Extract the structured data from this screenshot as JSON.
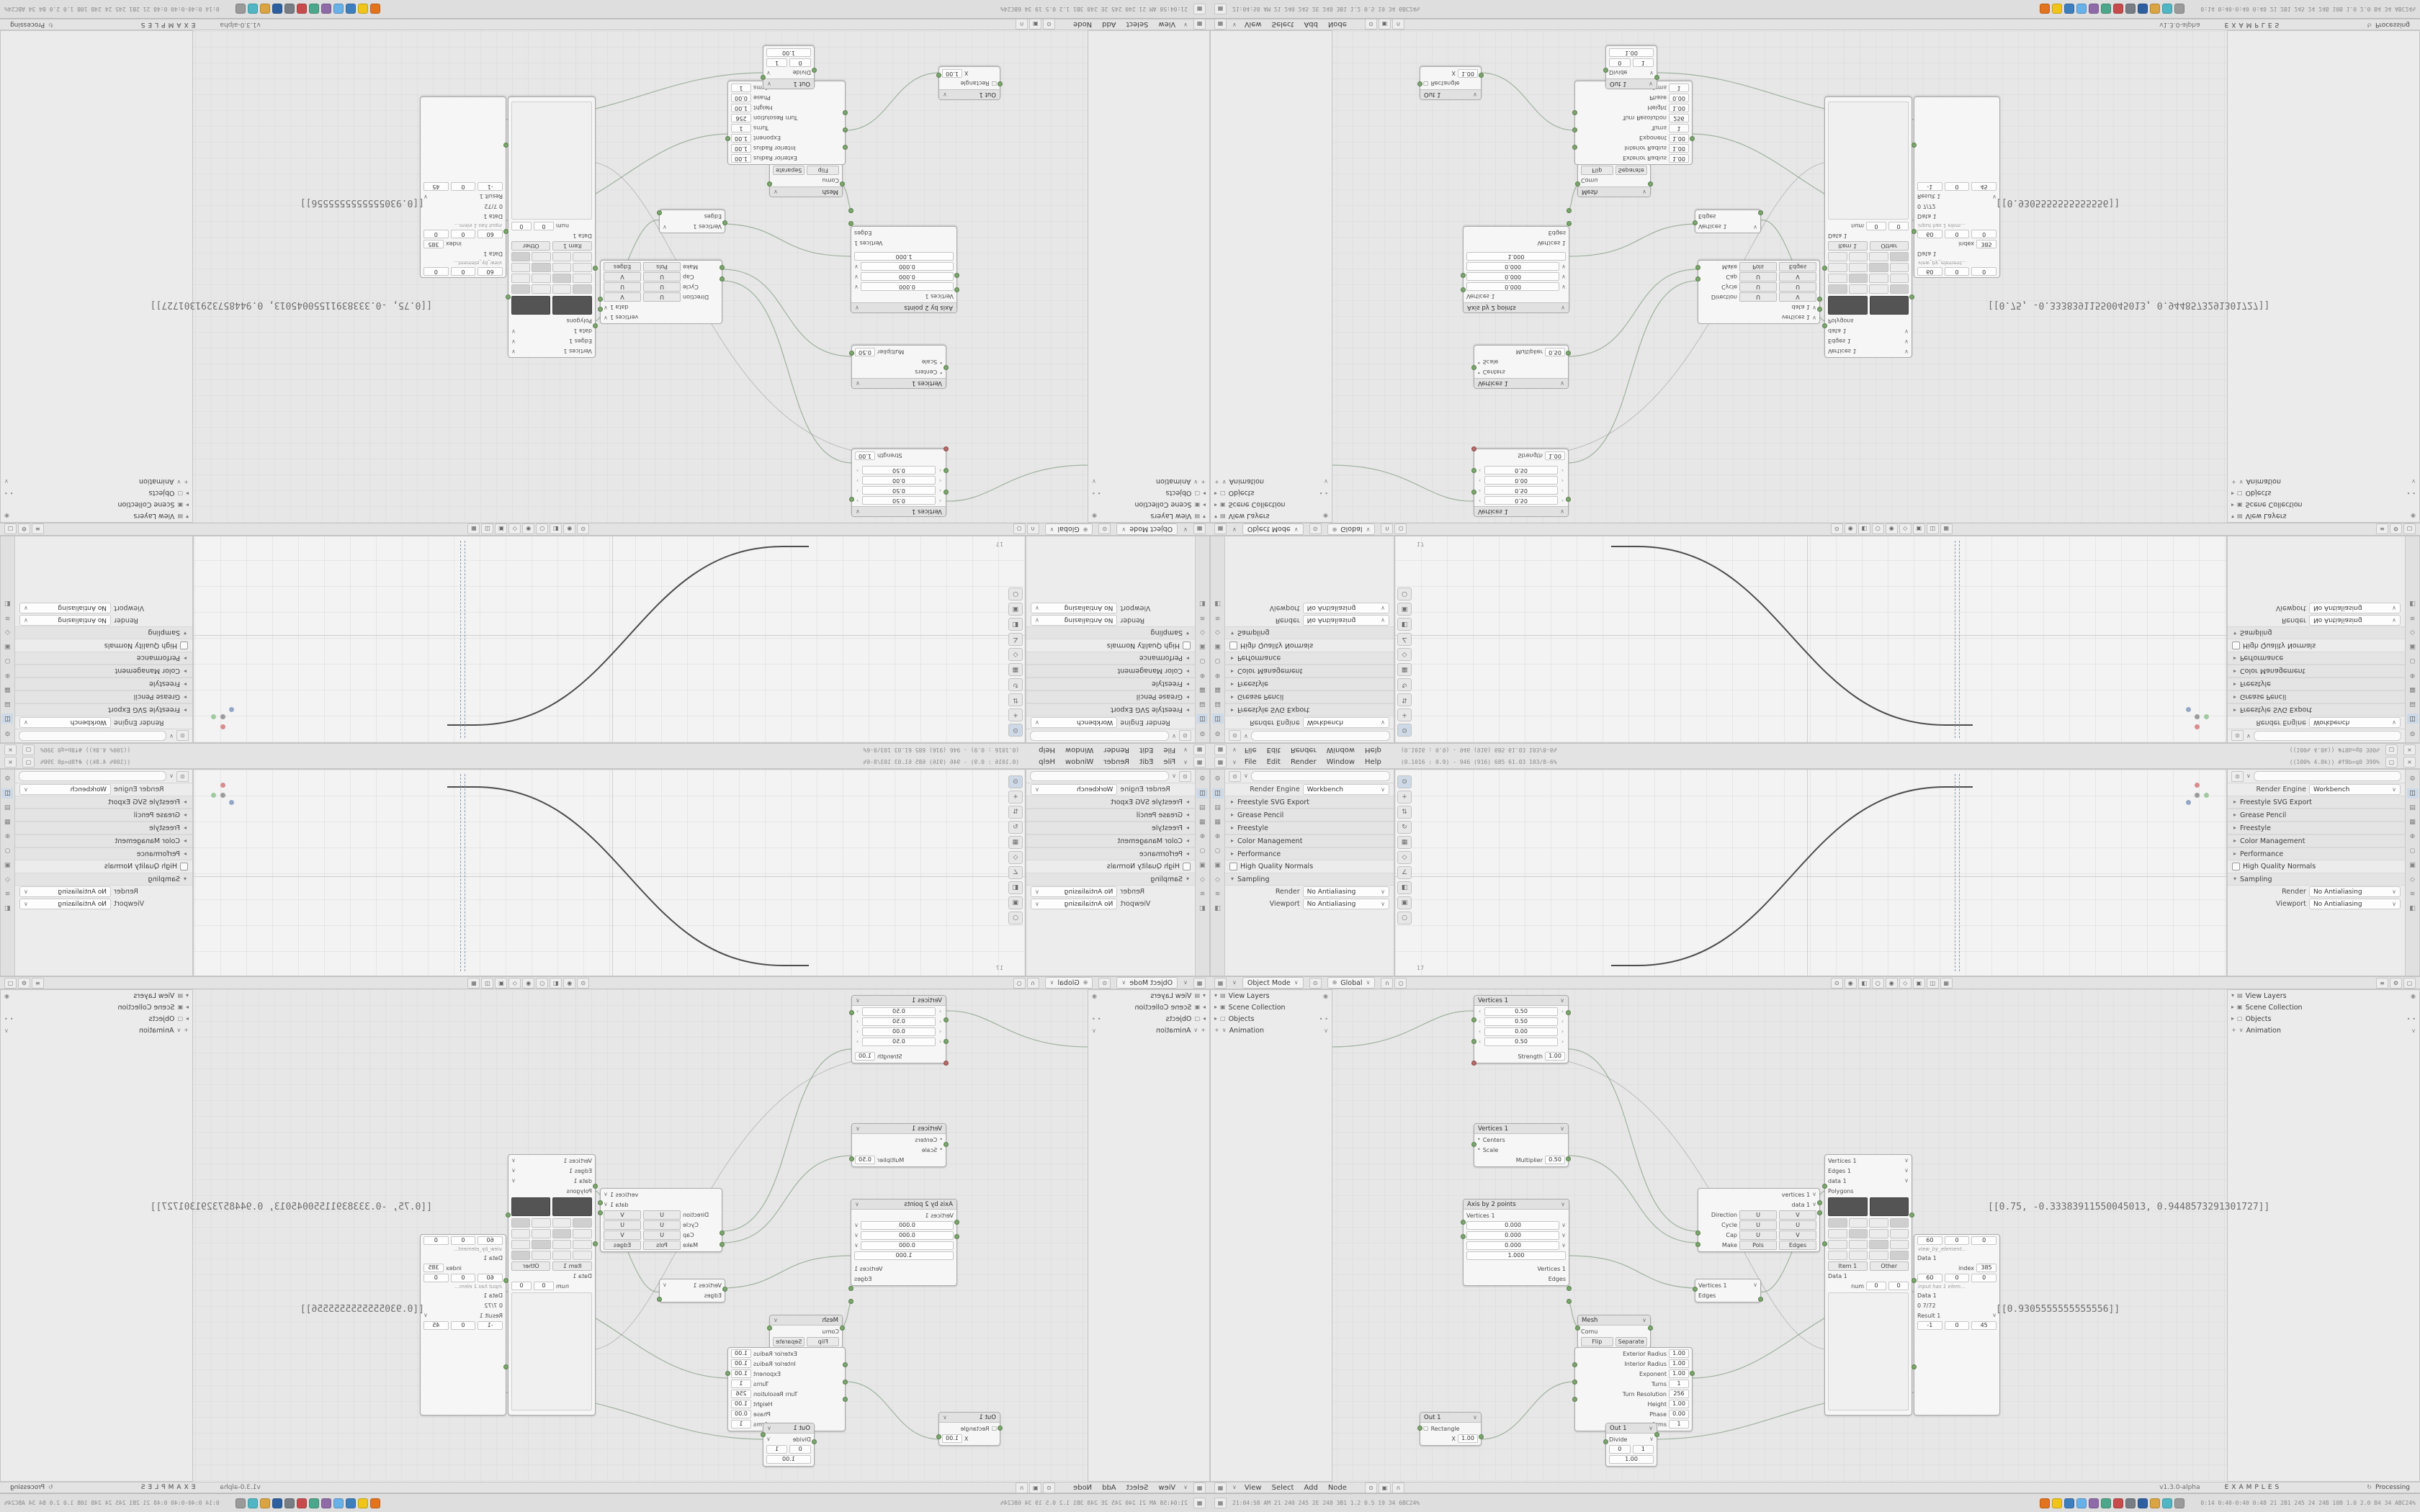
{
  "icons": {
    "chevron": "∨",
    "expand": "▾",
    "collapse": "▸",
    "spin_l": "‹",
    "spin_r": "›",
    "menu": "≡",
    "gear": "⚙",
    "eye": "◉",
    "globe": "⊕",
    "close": "×",
    "win": "▢",
    "dot": "•",
    "grid": "▦",
    "box": "▣",
    "layers": "▤",
    "cam": "◫",
    "target": "⊙",
    "snap": "∩",
    "prop": "◇",
    "wave": "≋",
    "home": "⌂",
    "circle": "○",
    "half": "◧",
    "updown": "⇅",
    "angle": "∠",
    "refresh": "↻",
    "plus": "+"
  },
  "topbar": {
    "menus": [
      "File",
      "Edit",
      "Render",
      "Window",
      "Help"
    ],
    "stats": "(0.1016 : 0.9) - 946 (916) 685 61.03 103/8-6%",
    "info": "((100% 4.8k)) #f8b=q0 390%"
  },
  "properties": {
    "engine_label": "Render Engine",
    "engine_value": "Workbench",
    "sections": [
      "Freestyle SVG Export",
      "Grease Pencil",
      "Freestyle",
      "Color Management",
      "Performance"
    ],
    "hqn": "High Quality Normals",
    "sampling_title": "Sampling",
    "render_label": "Render",
    "render_value": "No Antialiasing",
    "viewport_label": "Viewport",
    "viewport_value": "No Antialiasing"
  },
  "viewport": {
    "mode": "Object Mode",
    "orientation": "Global",
    "frame": "17"
  },
  "outliner": {
    "row0": "View Layers",
    "row1": "Scene Collection",
    "row2": "Objects",
    "row3": "Animation"
  },
  "statusbar": {
    "menus": [
      "View",
      "Select",
      "Add",
      "Node"
    ],
    "version": "v1.3.0-alpha",
    "workspace": "EXAMPLES",
    "status": "Processing"
  },
  "taskbar": {
    "left": "21:04:58 AM  21 240 245 2E 248 3B1  1.2 0.5 19 34 6BC24%",
    "right": "0:14  0:40-0:40  0:48  21 2B1 245 24 24B 10B  1.0 2.0 B4 34 ABC24%",
    "icons": [
      {
        "style": "background:#e2731f"
      },
      {
        "style": "background:#f0c419"
      },
      {
        "style": "background:#3d7ebd"
      },
      {
        "style": "background:#67b0e8"
      },
      {
        "style": "background:#8e6aa8"
      },
      {
        "style": "background:#4ca68a"
      },
      {
        "style": "background:#c84b4b"
      },
      {
        "style": "background:#777d85"
      },
      {
        "style": "background:#2e5f9e"
      },
      {
        "style": "background:#d9a441"
      },
      {
        "style": "background:#50b6c4"
      },
      {
        "style": "background:#9a9a9a"
      }
    ]
  },
  "annotations": {
    "vector": "[[0.75, -0.33383911550045013, 0.9448573291301727]]",
    "scalar": "[[0.9305555555555556]]"
  },
  "nodes": {
    "vertices_a": {
      "title": "Vertices 1",
      "v0": "0.50",
      "v1": "0.50",
      "v2": "0.00",
      "v3": "0.50",
      "strength_label": "Strength",
      "strength": "1.00"
    },
    "vertices_b": {
      "title": "Vertices 1",
      "r0": "Centers",
      "r1": "Scale",
      "mult_label": "Multiplier",
      "mult": "0.50"
    },
    "axis": {
      "title": "Axis by 2 points",
      "sub": "Vertices 1",
      "v0": "0.000",
      "v1": "0.000",
      "v2": "0.000",
      "v3": "1.000",
      "out0": "Vertices 1",
      "out1": "Edges"
    },
    "uv": {
      "h0": "vertices 1",
      "h1": "data 1",
      "r0l": "Direction",
      "r0a": "U",
      "r0b": "V",
      "r1l": "Cycle",
      "r1a": "U",
      "r1b": "U",
      "r2l": "Cap",
      "r2a": "U",
      "r2b": "V",
      "r3l": "Make",
      "r3a": "Pols",
      "r3b": "Edges"
    },
    "link": {
      "a": "Vertices 1",
      "b": "Edges"
    },
    "mesh": {
      "title": "Mesh",
      "sub": "Comu",
      "b0": "Flip",
      "b1": "Separate"
    },
    "spiral": {
      "l0": "Exterior Radius",
      "v0": "1.00",
      "l1": "Interior Radius",
      "v1": "1.00",
      "l2": "Exponent",
      "v2": "1.00",
      "l3": "Turns",
      "v3": "1",
      "l4": "Turn Resolution",
      "v4": "256",
      "l5": "Height",
      "v5": "1.00",
      "l6": "Phase",
      "v6": "0.00",
      "l7": "Arms",
      "v7": "1"
    },
    "divide": {
      "title": "Out 1",
      "op": "Divide",
      "va": "0",
      "vb": "1",
      "r": "1.00"
    },
    "rect": {
      "title": "Out 1",
      "shape": "Rectangle",
      "vl": "X",
      "vv": "1.00"
    },
    "data_a": {
      "r0": "Vertices 1",
      "r1": "Edges 1",
      "r2": "data 1",
      "r3": "Polygons",
      "item": "Item 1",
      "other": "Other",
      "data": "Data 1",
      "num": "num",
      "n0": "0",
      "n1": "0"
    },
    "data_b": {
      "t0": "60",
      "t1": "0",
      "t2": "0",
      "hint0": "view_by_element…",
      "data0": "Data 1",
      "idx_label": "index",
      "idx": "385",
      "u0": "60",
      "u1": "0",
      "u2": "0",
      "hint1": "input has 1 elem…",
      "data1": "Data 1",
      "frac": "0 7/72",
      "result": "Result 1",
      "w0": "-1",
      "w1": "0",
      "w2": "45"
    }
  }
}
